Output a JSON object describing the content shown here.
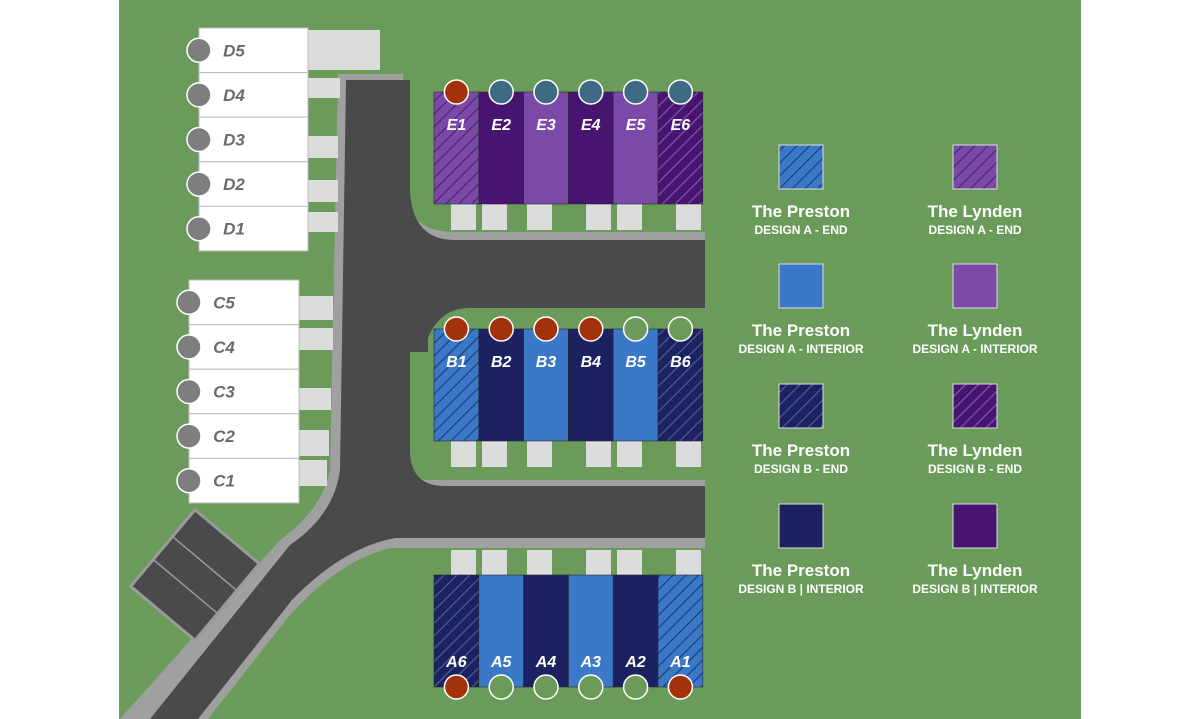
{
  "colors": {
    "grass": "#6b9b5a",
    "road": "#4a4a4c",
    "curb": "#a0a0a0",
    "lot_white": "#ffffff",
    "lot_gray_label": "#6a6a6a",
    "circle_gray": "#7e7e7e",
    "circle_red": "#a3310c",
    "circle_teal": "#3f6a84",
    "circle_green": "#6b9b5a",
    "preston_a": "#3b79c8",
    "preston_b": "#1c225f",
    "lynden_a": "#7b4aa8",
    "lynden_b": "#47146f"
  },
  "map": {
    "d_lots": [
      "D5",
      "D4",
      "D3",
      "D2",
      "D1"
    ],
    "c_lots": [
      "C5",
      "C4",
      "C3",
      "C2",
      "C1"
    ],
    "e_lots": [
      {
        "label": "E1",
        "style": "lynden-a-end",
        "status": "red"
      },
      {
        "label": "E2",
        "style": "lynden-b-interior",
        "status": "teal"
      },
      {
        "label": "E3",
        "style": "lynden-a-interior",
        "status": "teal"
      },
      {
        "label": "E4",
        "style": "lynden-b-interior",
        "status": "teal"
      },
      {
        "label": "E5",
        "style": "lynden-a-interior",
        "status": "teal"
      },
      {
        "label": "E6",
        "style": "lynden-b-end",
        "status": "teal"
      }
    ],
    "b_lots": [
      {
        "label": "B1",
        "style": "preston-a-end",
        "status": "red"
      },
      {
        "label": "B2",
        "style": "preston-b-interior",
        "status": "red"
      },
      {
        "label": "B3",
        "style": "preston-a-interior",
        "status": "red"
      },
      {
        "label": "B4",
        "style": "preston-b-interior",
        "status": "red"
      },
      {
        "label": "B5",
        "style": "preston-a-interior",
        "status": "green"
      },
      {
        "label": "B6",
        "style": "preston-b-end",
        "status": "green"
      }
    ],
    "a_lots": [
      {
        "label": "A6",
        "style": "preston-b-end",
        "status": "red"
      },
      {
        "label": "A5",
        "style": "preston-a-interior",
        "status": "green"
      },
      {
        "label": "A4",
        "style": "preston-b-interior",
        "status": "green"
      },
      {
        "label": "A3",
        "style": "preston-a-interior",
        "status": "green"
      },
      {
        "label": "A2",
        "style": "preston-b-interior",
        "status": "green"
      },
      {
        "label": "A1",
        "style": "preston-a-end",
        "status": "red"
      }
    ]
  },
  "legend": [
    {
      "name": "The Preston",
      "sub": "DESIGN A - END",
      "style": "preston-a-end"
    },
    {
      "name": "The Lynden",
      "sub": "DESIGN A - END",
      "style": "lynden-a-end"
    },
    {
      "name": "The Preston",
      "sub": "DESIGN A - INTERIOR",
      "style": "preston-a-interior"
    },
    {
      "name": "The Lynden",
      "sub": "DESIGN A - INTERIOR",
      "style": "lynden-a-interior"
    },
    {
      "name": "The Preston",
      "sub": "DESIGN B - END",
      "style": "preston-b-end"
    },
    {
      "name": "The Lynden",
      "sub": "DESIGN B - END",
      "style": "lynden-b-end"
    },
    {
      "name": "The Preston",
      "sub": "DESIGN B | INTERIOR",
      "style": "preston-b-interior"
    },
    {
      "name": "The Lynden",
      "sub": "DESIGN B | INTERIOR",
      "style": "lynden-b-interior"
    }
  ]
}
